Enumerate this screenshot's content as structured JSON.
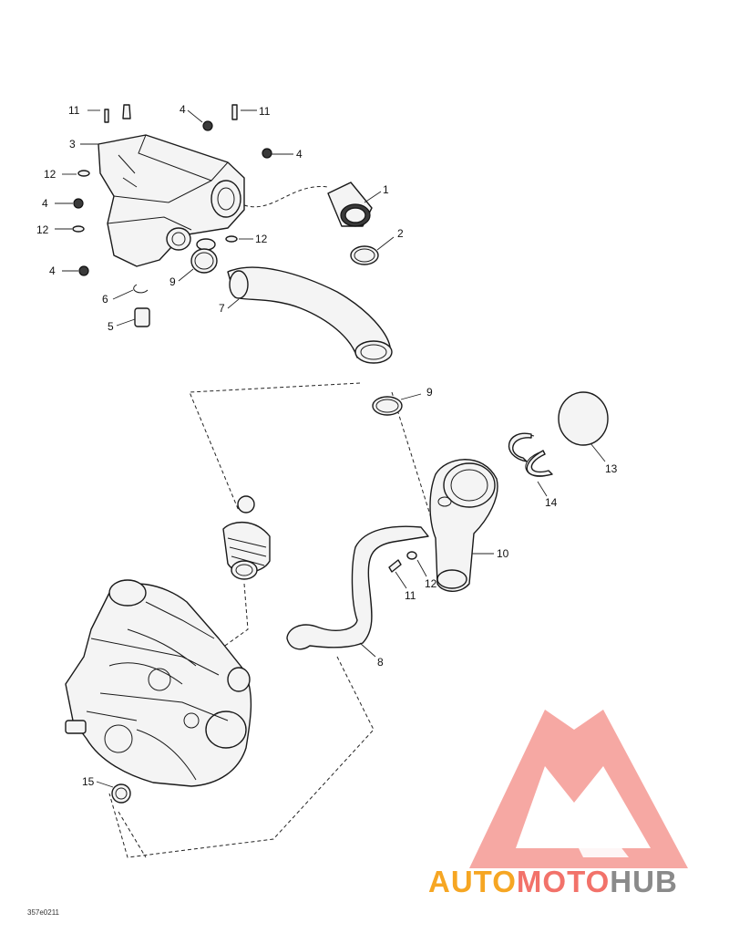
{
  "drawing_code": "357e0211",
  "logo": {
    "parts": [
      {
        "text": "AUTO",
        "color": "#f6a623"
      },
      {
        "text": "MOTO",
        "color": "#f2726a"
      },
      {
        "text": "HUB",
        "color": "#8a8a8a"
      }
    ],
    "mark_color": "#f59a94"
  },
  "callouts": [
    {
      "id": "c-11a",
      "label": "11"
    },
    {
      "id": "c-11b",
      "label": "11"
    },
    {
      "id": "c-4a",
      "label": "4"
    },
    {
      "id": "c-3",
      "label": "3"
    },
    {
      "id": "c-4b",
      "label": "4"
    },
    {
      "id": "c-12a",
      "label": "12"
    },
    {
      "id": "c-1",
      "label": "1"
    },
    {
      "id": "c-4c",
      "label": "4"
    },
    {
      "id": "c-12b",
      "label": "12"
    },
    {
      "id": "c-2",
      "label": "2"
    },
    {
      "id": "c-12c",
      "label": "12"
    },
    {
      "id": "c-4d",
      "label": "4"
    },
    {
      "id": "c-9a",
      "label": "9"
    },
    {
      "id": "c-6",
      "label": "6"
    },
    {
      "id": "c-7",
      "label": "7"
    },
    {
      "id": "c-5",
      "label": "5"
    },
    {
      "id": "c-9b",
      "label": "9"
    },
    {
      "id": "c-13",
      "label": "13"
    },
    {
      "id": "c-14",
      "label": "14"
    },
    {
      "id": "c-10",
      "label": "10"
    },
    {
      "id": "c-12d",
      "label": "12"
    },
    {
      "id": "c-11c",
      "label": "11"
    },
    {
      "id": "c-8",
      "label": "8"
    },
    {
      "id": "c-15",
      "label": "15"
    }
  ]
}
